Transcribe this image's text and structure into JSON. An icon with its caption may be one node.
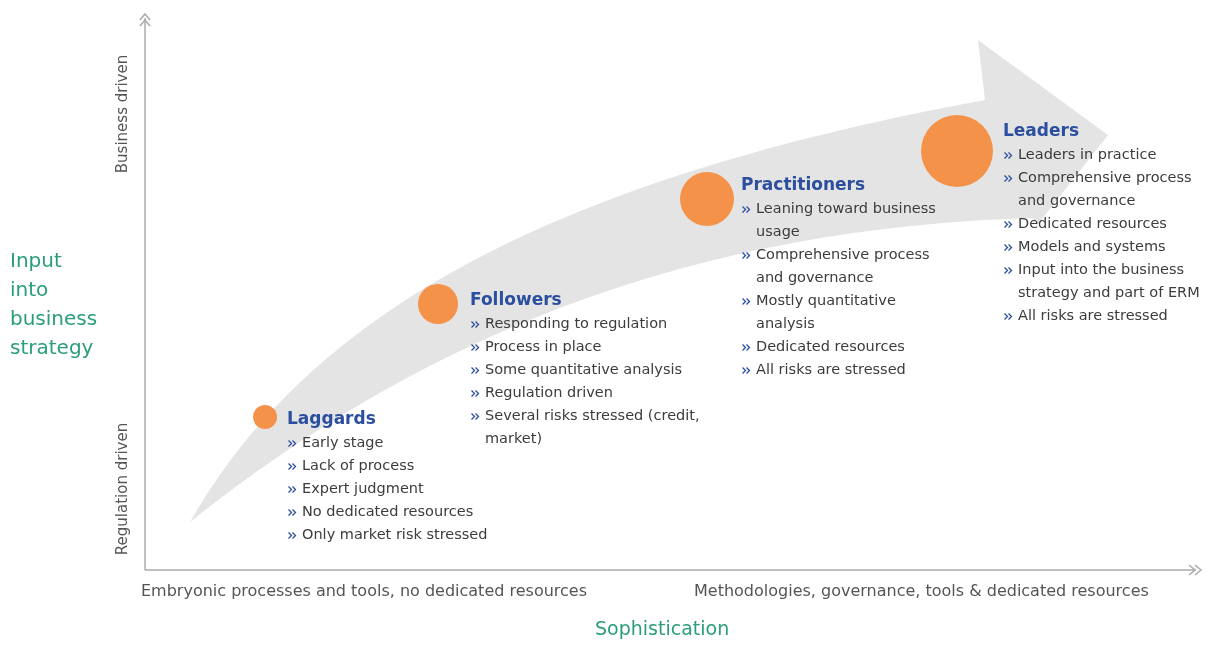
{
  "diagram": {
    "nodes": [
      {
        "text": [
          "Laggards",
          "Early stage",
          "Lack of process",
          "Expert judgment",
          "No dedicated resources",
          "Only market risk stressed"
        ]
      },
      {
        "text": [
          "Followers",
          "Responding to regulation",
          "Process in place",
          "Some quantitative analysis",
          "Regulation driven",
          "Several risks stressed (credit, market)"
        ]
      },
      {
        "text": [
          "Practitioners",
          "Leaning toward business usage",
          "Comprehensive process and governance",
          "Mostly quantitative analysis",
          "Dedicated resources",
          "All risks are stressed"
        ]
      },
      {
        "text": [
          "Leaders",
          "Leaders in practice",
          "Comprehensive process and governance",
          "Dedicated resources",
          "Models and systems",
          "Input into the business strategy and part of ERM",
          "All risks are stressed"
        ]
      }
    ],
    "labels": [
      "Business driven",
      "Input into business strategy",
      "Regulation driven",
      "Embryonic processes and tools, no dedicated resources",
      "Methodologies, governance, tools & dedicated resources",
      "Sophistication"
    ]
  }
}
